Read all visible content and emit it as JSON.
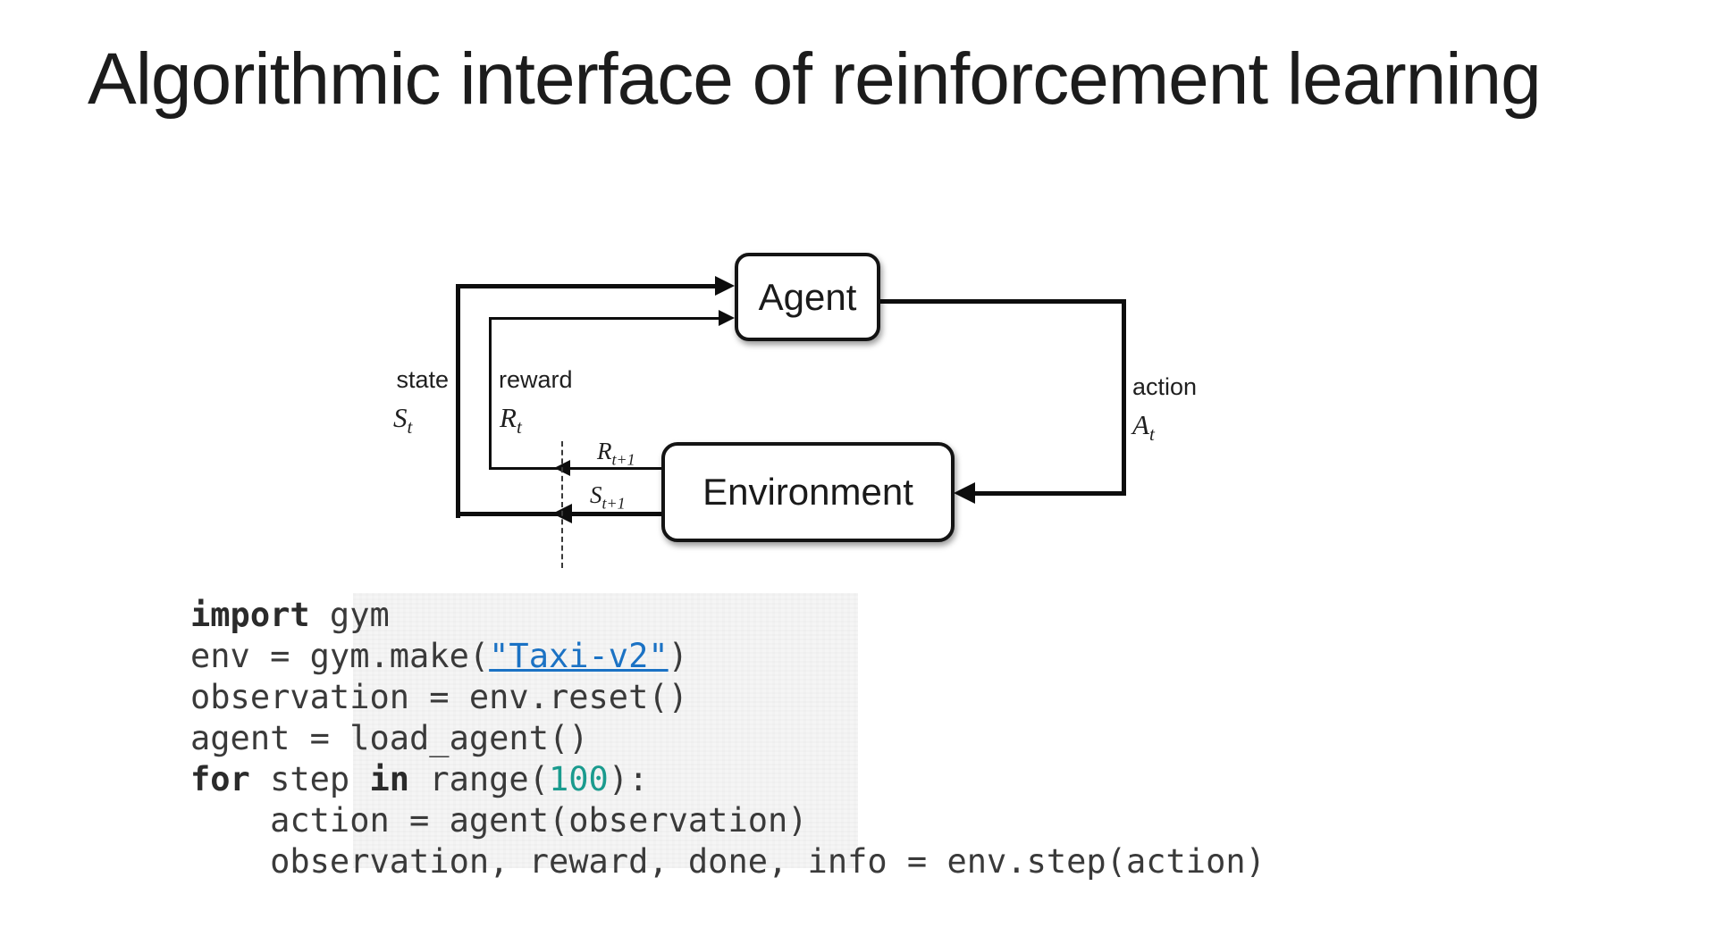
{
  "slide": {
    "title": "Algorithmic interface of reinforcement learning"
  },
  "diagram": {
    "agent": "Agent",
    "environment": "Environment",
    "state_label": "state",
    "reward_label": "reward",
    "action_label": "action",
    "state_sym": {
      "base": "S",
      "sub": "t"
    },
    "reward_sym": {
      "base": "R",
      "sub": "t"
    },
    "action_sym": {
      "base": "A",
      "sub": "t"
    },
    "next_reward_sym": {
      "base": "R",
      "sub": "t+1"
    },
    "next_state_sym": {
      "base": "S",
      "sub": "t+1"
    }
  },
  "code": {
    "lines": [
      {
        "tokens": [
          {
            "text": "import",
            "style": "kw"
          },
          {
            "text": " gym",
            "style": "plain"
          }
        ]
      },
      {
        "tokens": [
          {
            "text": "env = gym.make(",
            "style": "plain"
          },
          {
            "text": "\"Taxi-v2\"",
            "style": "link"
          },
          {
            "text": ")",
            "style": "plain"
          }
        ]
      },
      {
        "tokens": [
          {
            "text": "observation = env.reset()",
            "style": "plain"
          }
        ]
      },
      {
        "tokens": [
          {
            "text": "agent = load_agent()",
            "style": "plain"
          }
        ]
      },
      {
        "tokens": [
          {
            "text": "for",
            "style": "kw"
          },
          {
            "text": " step ",
            "style": "plain"
          },
          {
            "text": "in",
            "style": "kw"
          },
          {
            "text": " range(",
            "style": "plain"
          },
          {
            "text": "100",
            "style": "num"
          },
          {
            "text": "):",
            "style": "plain"
          }
        ]
      },
      {
        "tokens": [
          {
            "text": "    action = agent(observation)",
            "style": "plain"
          }
        ]
      },
      {
        "tokens": [
          {
            "text": "    observation, reward, done, info = env.step(action)",
            "style": "plain"
          }
        ]
      }
    ]
  },
  "colors": {
    "link_blue": "#1B72C4",
    "number_teal": "#1A9B8E",
    "code_gray": "#3A3A3A",
    "ink": "#0D0D0D"
  }
}
